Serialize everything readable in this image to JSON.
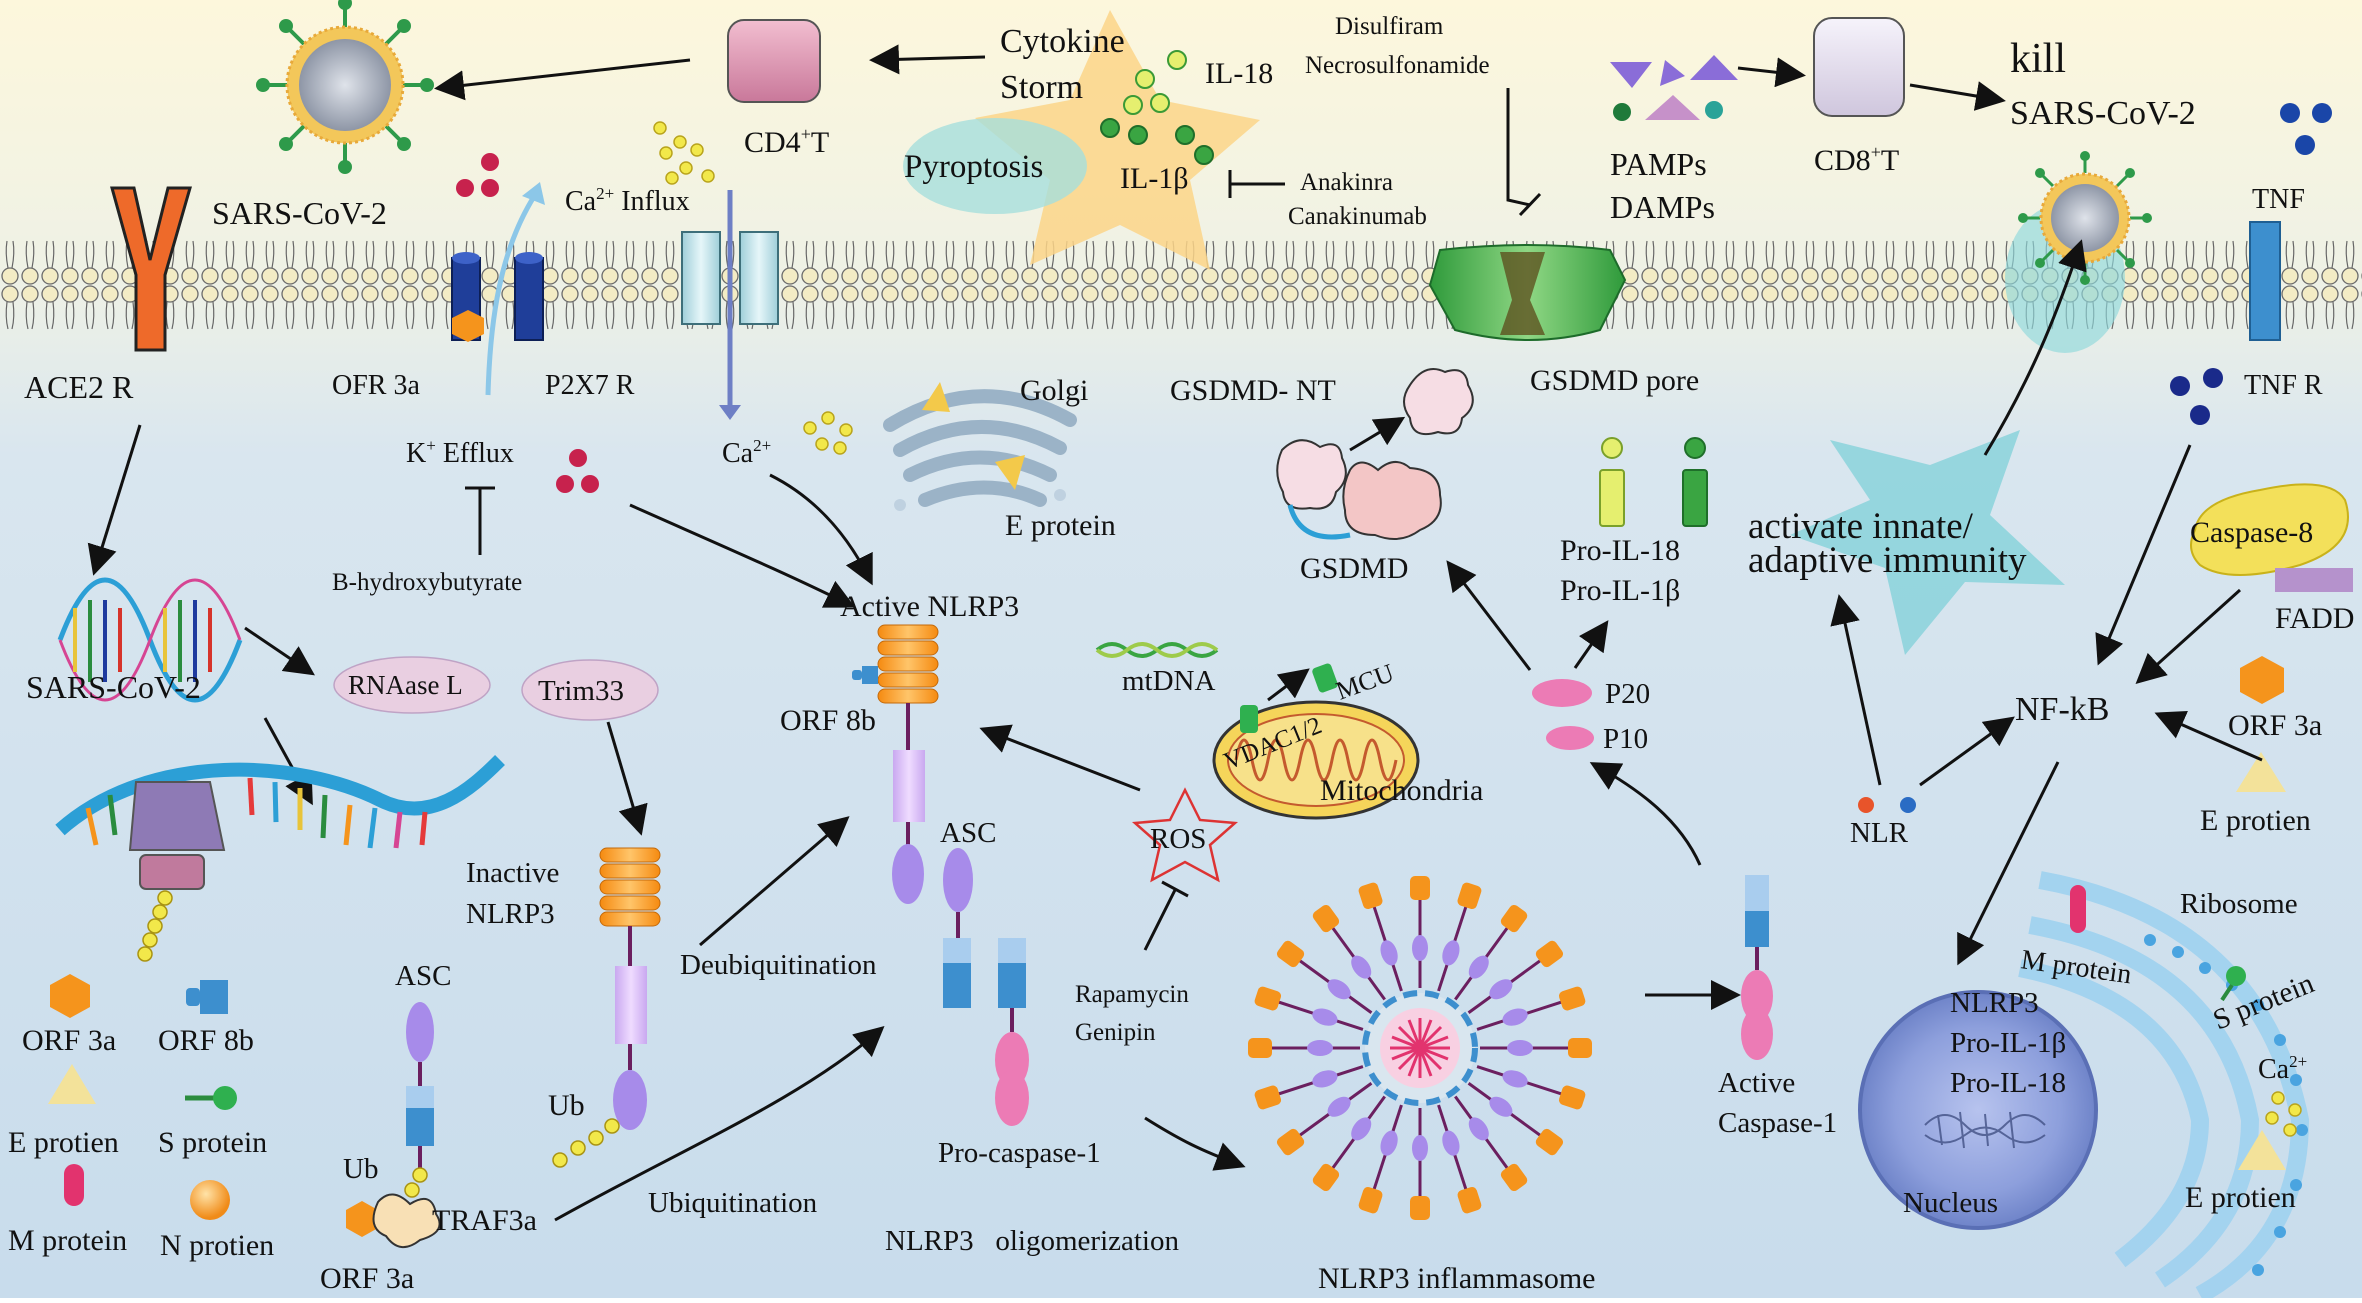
{
  "top": {
    "cytokine_storm_1": "Cytokine",
    "cytokine_storm_2": "Storm",
    "il18": "IL-18",
    "il1b": "IL-1β",
    "pyroptosis": "Pyroptosis",
    "cd4t": "CD4",
    "cd4t_sup": "+",
    "cd4t_t": "T",
    "sars_cov2_top": "SARS-CoV-2",
    "disulfiram": "Disulfiram",
    "necrosulfonamide": "Necrosulfonamide",
    "anakinra": "Anakinra",
    "canakinumab": "Canakinumab",
    "pamps": "PAMPs",
    "damps": "DAMPs",
    "cd8t": "CD8",
    "cd8t_sup": "+",
    "cd8t_t": "T",
    "kill_1": "kill",
    "kill_2": "SARS-CoV-2",
    "ca_influx": "Ca",
    "ca_influx_sup": "2+",
    "ca_influx_rest": " Influx",
    "tnf": "TNF"
  },
  "membrane": {
    "ace2r": "ACE2 R",
    "ofr3a": "OFR 3a",
    "p2x7r": "P2X7 R",
    "gsdmd_pore": "GSDMD pore",
    "tnf_r": "TNF R"
  },
  "left": {
    "k_efflux": "K",
    "k_sup": "+",
    "k_rest": " Efflux",
    "bhb": "B-hydroxybutyrate",
    "sars_cov2": "SARS-CoV-2",
    "rnaase": "RNAase L",
    "trim33": "Trim33",
    "legend": {
      "orf3a": "ORF 3a",
      "orf8b": "ORF 8b",
      "e_protien": "E protien",
      "s_protein": "S protein",
      "m_protein": "M protein",
      "n_protien": "N protien"
    },
    "asc": "ASC",
    "ub": "Ub",
    "traf3a": "TRAF3a",
    "orf3a_bottom": "ORF 3a",
    "ubiquitination": "Ubiquitination",
    "inactive_nlrp3_1": "Inactive",
    "inactive_nlrp3_2": "NLRP3",
    "ub2": "Ub",
    "deubiquitination": "Deubiquitination"
  },
  "center": {
    "ca2": "Ca",
    "ca2_sup": "2+",
    "golgi": "Golgi",
    "e_protein": "E protein",
    "active_nlrp3": "Active NLRP3",
    "orf8b": "ORF 8b",
    "asc": "ASC",
    "pro_caspase": "Pro-caspase-1",
    "oligomerization": "NLRP3   oligomerization",
    "mtdna": "mtDNA",
    "mcu": "MCU",
    "vdac": "VDAC1/2",
    "mitochondria": "Mitochondria",
    "ros": "ROS",
    "rapamycin": "Rapamycin",
    "genipin": "Genipin",
    "inflammasome": "NLRP3 inflammasome",
    "gsdmd_nt": "GSDMD- NT",
    "gsdmd": "GSDMD",
    "pro_il18": "Pro-IL-18",
    "pro_il1b": "Pro-IL-1β",
    "p20": "P20",
    "p10": "P10",
    "active_casp_1": "Active",
    "active_casp_2": "Caspase-1"
  },
  "right": {
    "activate_1": "activate innate/",
    "activate_2": "adaptive immunity",
    "caspase8": "Caspase-8",
    "fadd": "FADD",
    "nfkb": "NF-kB",
    "orf3a": "ORF 3a",
    "e_protien": "E protien",
    "nlr": "NLR",
    "ribosome": "Ribosome",
    "m_protein": "M protein",
    "s_protein": "S protein",
    "nucleus_nlrp3": "NLRP3",
    "nucleus_proil1b": "Pro-IL-1β",
    "nucleus_proil18": "Pro-IL-18",
    "nucleus": "Nucleus",
    "ca": "Ca",
    "ca_sup": "2+",
    "e_protien2": "E protien"
  },
  "colors": {
    "bg_top": "#fdf7dc",
    "bg_bottom": "#cfe0ee",
    "membrane_head": "#f3ecc5",
    "gsdmd_green": "#4cb84f",
    "nlrp3_orange": "#f5941c",
    "asc_purple": "#a78bea",
    "caspase_pink": "#ec7bb5",
    "cd4_pink": "#d98ca6",
    "nucleus_blue": "#7f95d6"
  }
}
